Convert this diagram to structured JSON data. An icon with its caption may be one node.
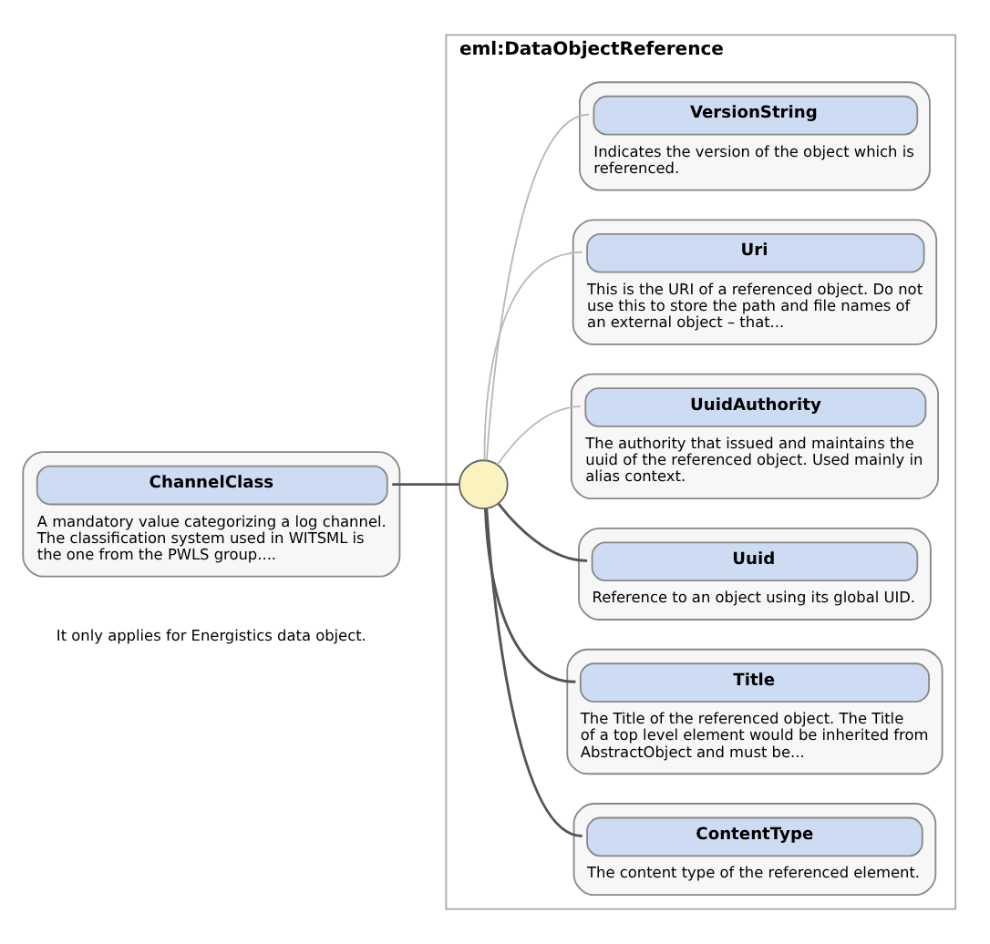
{
  "diagram": {
    "nodes": [
      {
        "text": [
          "ChannelClass",
          "A mandatory value categorizing a log channel. The classification system used in WITSML is the one from the PWLS group...."
        ]
      },
      {
        "text": [
          "eml:DataObjectReference"
        ]
      },
      {
        "text": [],
        "shape": "circle",
        "in": 1
      },
      {
        "text": [
          "ContentType",
          "The content type of the referenced element."
        ],
        "in": 1
      },
      {
        "text": [
          "Title",
          "The Title of the referenced object. The Title of a top level element would be inherited from AbstractObject and must be..."
        ],
        "in": 1
      },
      {
        "text": [
          "Uuid",
          "Reference to an object using its global UID."
        ],
        "in": 1
      },
      {
        "text": [
          "UuidAuthority",
          "The authority that issued and maintains the uuid of the referenced object. Used mainly in alias context."
        ],
        "in": 1
      },
      {
        "text": [
          "Uri",
          "This is the URI of a referenced object. Do not use this to store the path and file names of an external object – that..."
        ],
        "in": 1
      },
      {
        "text": [
          "VersionString",
          "Indicates the version of the object which is referenced."
        ],
        "in": 1
      }
    ],
    "edges": [
      {
        "from": 0,
        "to": 2,
        "arrow": "none"
      },
      {
        "from": 2,
        "to": 3,
        "arrow": "none"
      },
      {
        "from": 2,
        "to": 4,
        "arrow": "none"
      },
      {
        "from": 2,
        "to": 5,
        "arrow": "none"
      },
      {
        "from": 2,
        "to": 6,
        "arrow": "none",
        "color": "#b8b8b8"
      },
      {
        "from": 2,
        "to": 7,
        "arrow": "none",
        "color": "#b8b8b8"
      },
      {
        "from": 2,
        "to": 8,
        "arrow": "none",
        "color": "#b8b8b8"
      }
    ],
    "labels": [
      "It only applies for Energistics data object."
    ]
  }
}
